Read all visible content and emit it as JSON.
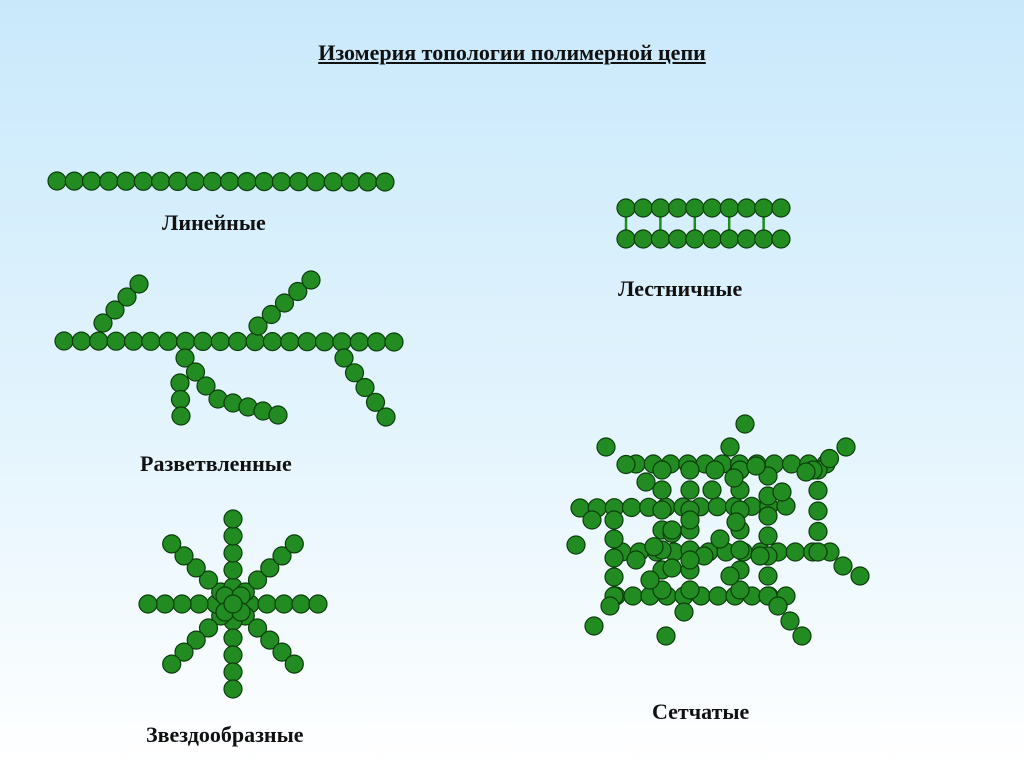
{
  "title": "Изомерия топологии полимерной цепи",
  "labels": {
    "linear": "Линейные",
    "ladder": "Лестничные",
    "branched": "Разветвленные",
    "star": "Звездообразные",
    "network": "Сетчатые"
  },
  "colors": {
    "bead_fill": "#228b22",
    "bead_stroke": "#0b3d0b",
    "rung": "#1a8f1a"
  }
}
